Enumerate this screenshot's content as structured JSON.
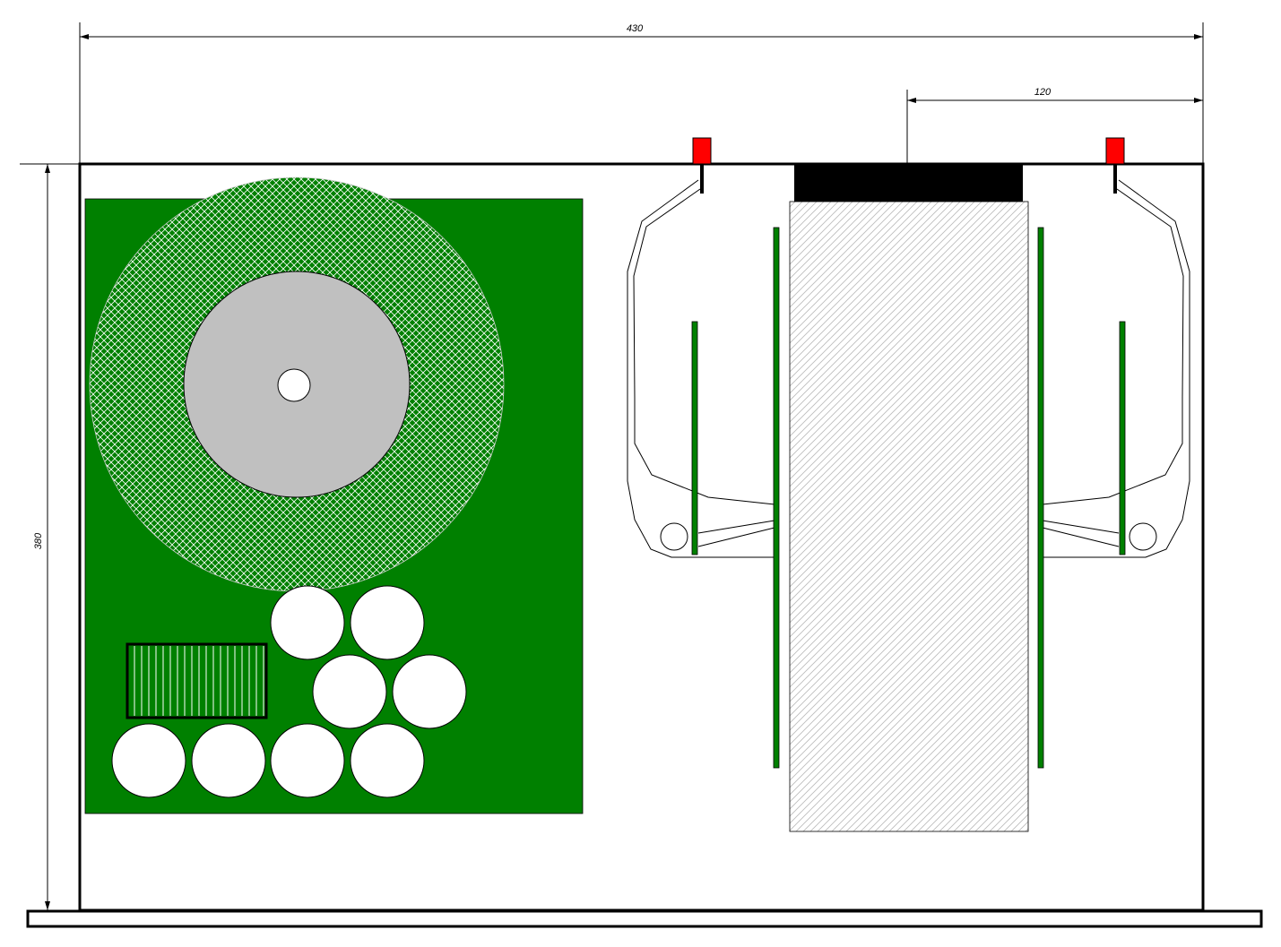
{
  "dimensions": {
    "overall_width": "430",
    "partial_width": "120",
    "overall_depth": "380"
  },
  "colors": {
    "pcb": "#008000",
    "connector": "#ff0000",
    "transformer_core": "#c0c0c0",
    "block": "#000000"
  }
}
